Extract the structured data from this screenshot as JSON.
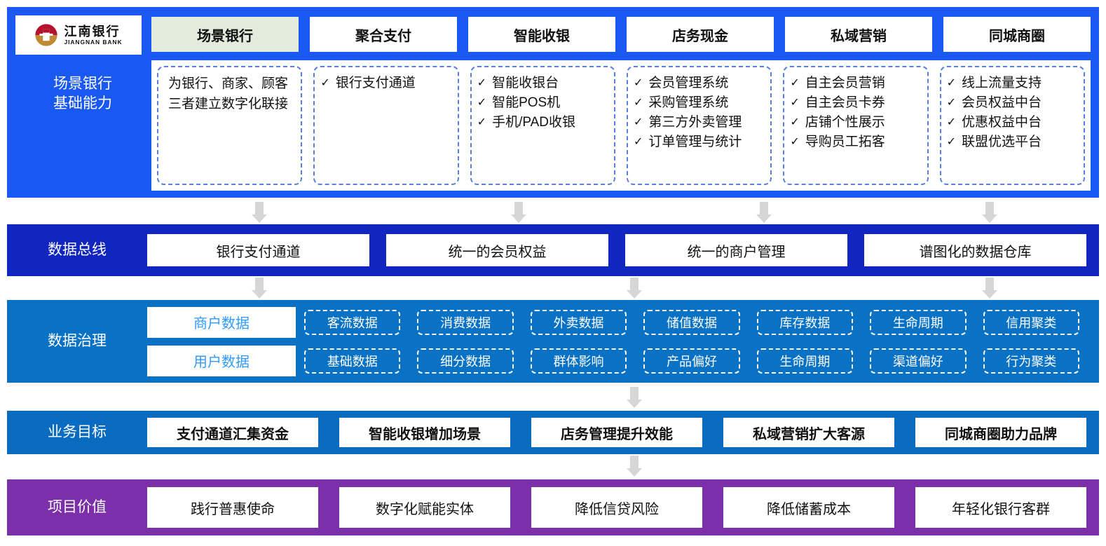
{
  "brand": {
    "name_cn": "江南银行",
    "name_en": "JIANGNAN BANK",
    "mark_top_color": "#b5122e",
    "mark_bottom_color": "#c08a35"
  },
  "colors": {
    "capability_band": "#1a58f2",
    "bus_band": "#1026bf",
    "governance_band": "#0a72c4",
    "goal_band": "#0a6cc0",
    "value_band": "#7b2fa8",
    "active_tab": "#e3ebdc",
    "arrow": "#d6d6d6",
    "governance_category_text": "#2f9bff"
  },
  "capability": {
    "label": "场景银行\n基础能力",
    "label_line1": "场景银行",
    "label_line2": "基础能力",
    "tabs": [
      {
        "label": "场景银行",
        "active": true
      },
      {
        "label": "聚合支付",
        "active": false
      },
      {
        "label": "智能收银",
        "active": false
      },
      {
        "label": "店务现金",
        "active": false
      },
      {
        "label": "私域营销",
        "active": false
      },
      {
        "label": "同城商圈",
        "active": false
      }
    ],
    "cards": [
      {
        "type": "paragraph",
        "text": "为银行、商家、顾客三者建立数字化联接",
        "items": []
      },
      {
        "type": "list",
        "text": "",
        "items": [
          "银行支付通道"
        ]
      },
      {
        "type": "list",
        "text": "",
        "items": [
          "智能收银台",
          "智能POS机",
          "手机/PAD收银"
        ]
      },
      {
        "type": "list",
        "text": "",
        "items": [
          "会员管理系统",
          "采购管理系统",
          "第三方外卖管理",
          "订单管理与统计"
        ]
      },
      {
        "type": "list",
        "text": "",
        "items": [
          "自主会员营销",
          "自主会员卡券",
          "店铺个性展示",
          "导购员工拓客"
        ]
      },
      {
        "type": "list",
        "text": "",
        "items": [
          "线上流量支持",
          "会员权益中台",
          "优惠权益中台",
          "联盟优选平台"
        ]
      }
    ],
    "check_glyph": "✓"
  },
  "bus": {
    "label": "数据总线",
    "items": [
      "银行支付通道",
      "统一的会员权益",
      "统一的商户管理",
      "谱图化的数据仓库"
    ]
  },
  "governance": {
    "label": "数据治理",
    "rows": [
      {
        "category": "商户数据",
        "tags": [
          "客流数据",
          "消费数据",
          "外卖数据",
          "储值数据",
          "库存数据",
          "生命周期",
          "信用聚类"
        ]
      },
      {
        "category": "用户数据",
        "tags": [
          "基础数据",
          "细分数据",
          "群体影响",
          "产品偏好",
          "生命周期",
          "渠道偏好",
          "行为聚类"
        ]
      }
    ]
  },
  "goals": {
    "label": "业务目标",
    "items": [
      "支付通道汇集资金",
      "智能收银增加场景",
      "店务管理提升效能",
      "私域营销扩大客源",
      "同城商圈助力品牌"
    ]
  },
  "value": {
    "label": "项目价值",
    "items": [
      "践行普惠使命",
      "数字化赋能实体",
      "降低信贷风险",
      "降低储蓄成本",
      "年轻化银行客群"
    ]
  },
  "arrows": {
    "row1_to_row2": [
      370,
      740,
      1090,
      1412
    ],
    "row2_to_row3": [
      370,
      905,
      1412
    ],
    "row3_to_row4": [
      905
    ],
    "row4_to_row5": [
      905
    ]
  }
}
